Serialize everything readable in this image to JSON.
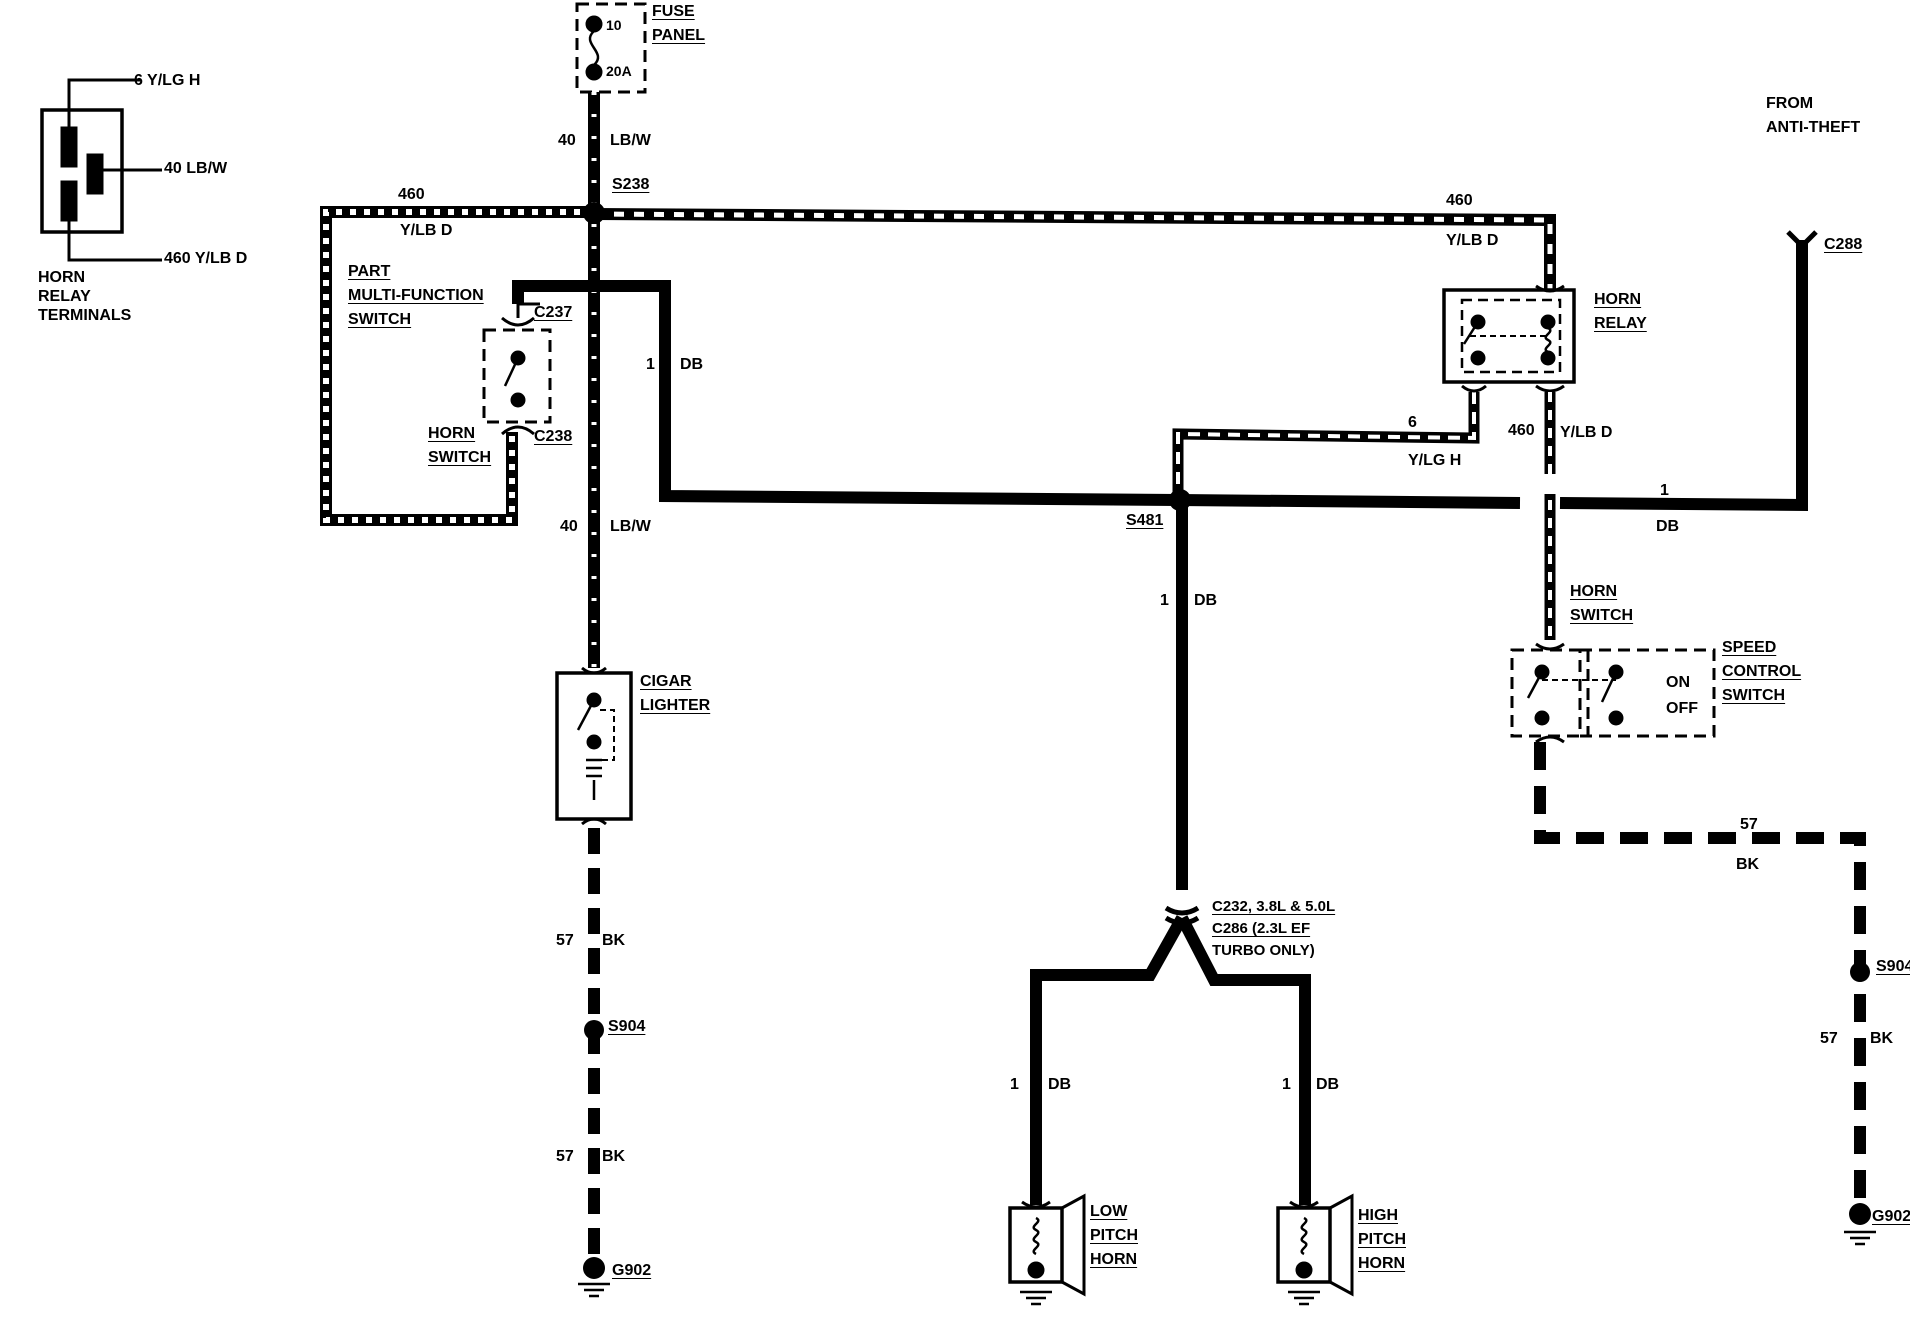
{
  "relay_terminals": {
    "pin_top": "6 Y/LG H",
    "pin_mid": "40 LB/W",
    "pin_bottom": "460 Y/LB D",
    "caption": [
      "HORN",
      "RELAY",
      "TERMINALS"
    ]
  },
  "fuse": {
    "num": "10",
    "amp": "20A",
    "label": [
      "FUSE",
      "PANEL"
    ]
  },
  "wires": {
    "feed_num": "40",
    "feed_color": "LB/W",
    "splice_s238": "S238",
    "yel_left_num": "460",
    "yel_left_color": "Y/LB D",
    "yel_right_num": "460",
    "yel_right_color": "Y/LB D",
    "db_left_num": "1",
    "db_left_color": "DB",
    "lbw_low_num": "40",
    "lbw_low_color": "LB/W",
    "gnd_left_num1": "57",
    "gnd_left_color1": "BK",
    "gnd_left_num2": "57",
    "gnd_left_color2": "BK",
    "relay_out_num": "6",
    "relay_out_color": "Y/LG H",
    "relay_460_num": "460",
    "relay_460_color": "Y/LB D",
    "db_right_num": "1",
    "db_right_color": "DB",
    "db_down_num": "1",
    "db_down_color": "DB",
    "db_lowhorn_num": "1",
    "db_lowhorn_color": "DB",
    "db_highhorn_num": "1",
    "db_highhorn_color": "DB",
    "gnd_right_num1": "57",
    "gnd_right_color1": "BK",
    "gnd_right_num2": "57",
    "gnd_right_color2": "BK"
  },
  "components": {
    "multifunction": [
      "PART",
      "MULTI-FUNCTION",
      "SWITCH"
    ],
    "c237": "C237",
    "c238": "C238",
    "horn_switch_left": [
      "HORN",
      "SWITCH"
    ],
    "cigar": [
      "CIGAR",
      "LIGHTER"
    ],
    "s904_left": "S904",
    "g902_left": "G902",
    "s481": "S481",
    "connector_horns": [
      "C232, 3.8L & 5.0L",
      "C286 (2.3L EF",
      "TURBO ONLY)"
    ],
    "low_horn": [
      "LOW",
      "PITCH",
      "HORN"
    ],
    "high_horn": [
      "HIGH",
      "PITCH",
      "HORN"
    ],
    "anti_theft": [
      "FROM",
      "ANTI-THEFT"
    ],
    "c288": "C288",
    "horn_relay": [
      "HORN",
      "RELAY"
    ],
    "horn_switch_right": [
      "HORN",
      "SWITCH"
    ],
    "speed_control": [
      "SPEED",
      "CONTROL",
      "SWITCH"
    ],
    "on": "ON",
    "off": "OFF",
    "s904_right": "S904",
    "g902_right": "G902"
  }
}
